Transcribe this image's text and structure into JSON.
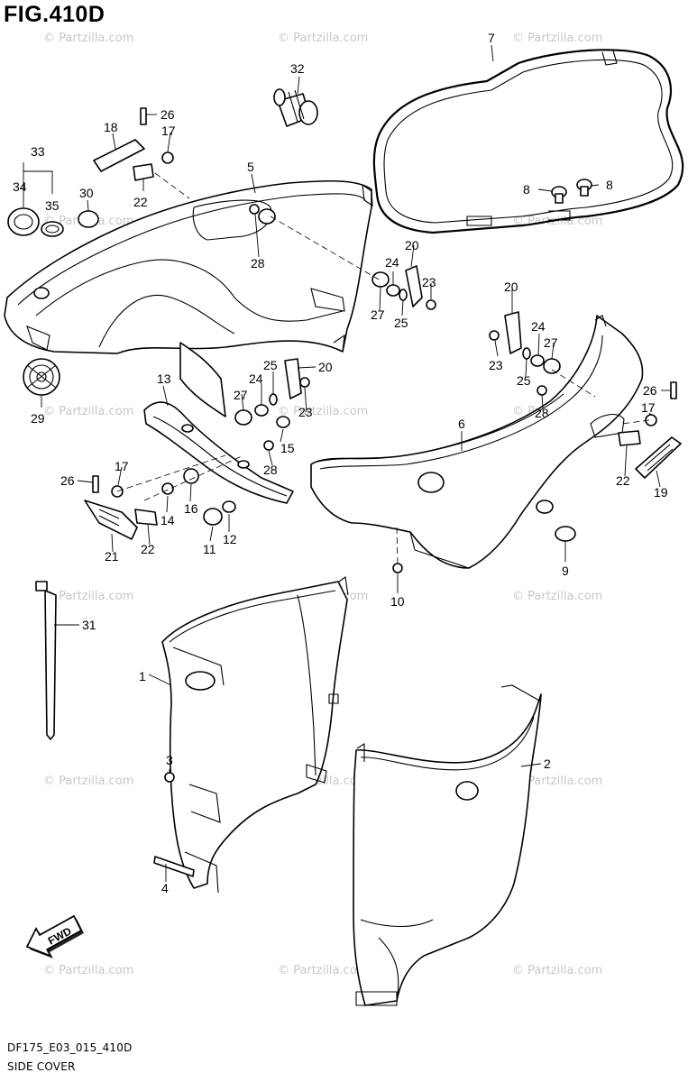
{
  "figure": {
    "title": "FIG.410D",
    "code": "DF175_E03_015_410D",
    "name": "SIDE COVER",
    "direction_label": "FWD"
  },
  "watermark": "© Partzilla.com",
  "callouts": [
    {
      "id": "c1",
      "label": "1"
    },
    {
      "id": "c2",
      "label": "2"
    },
    {
      "id": "c3",
      "label": "3"
    },
    {
      "id": "c4",
      "label": "4"
    },
    {
      "id": "c5",
      "label": "5"
    },
    {
      "id": "c6",
      "label": "6"
    },
    {
      "id": "c7",
      "label": "7"
    },
    {
      "id": "c8a",
      "label": "8"
    },
    {
      "id": "c8b",
      "label": "8"
    },
    {
      "id": "c9",
      "label": "9"
    },
    {
      "id": "c10",
      "label": "10"
    },
    {
      "id": "c11",
      "label": "11"
    },
    {
      "id": "c12",
      "label": "12"
    },
    {
      "id": "c13",
      "label": "13"
    },
    {
      "id": "c14",
      "label": "14"
    },
    {
      "id": "c15",
      "label": "15"
    },
    {
      "id": "c16",
      "label": "16"
    },
    {
      "id": "c17a",
      "label": "17"
    },
    {
      "id": "c17b",
      "label": "17"
    },
    {
      "id": "c17c",
      "label": "17"
    },
    {
      "id": "c18",
      "label": "18"
    },
    {
      "id": "c19",
      "label": "19"
    },
    {
      "id": "c20a",
      "label": "20"
    },
    {
      "id": "c20b",
      "label": "20"
    },
    {
      "id": "c20c",
      "label": "20"
    },
    {
      "id": "c21",
      "label": "21"
    },
    {
      "id": "c22a",
      "label": "22"
    },
    {
      "id": "c22b",
      "label": "22"
    },
    {
      "id": "c22c",
      "label": "22"
    },
    {
      "id": "c23a",
      "label": "23"
    },
    {
      "id": "c23b",
      "label": "23"
    },
    {
      "id": "c23c",
      "label": "23"
    },
    {
      "id": "c24a",
      "label": "24"
    },
    {
      "id": "c24b",
      "label": "24"
    },
    {
      "id": "c24c",
      "label": "24"
    },
    {
      "id": "c25a",
      "label": "25"
    },
    {
      "id": "c25b",
      "label": "25"
    },
    {
      "id": "c25c",
      "label": "25"
    },
    {
      "id": "c26a",
      "label": "26"
    },
    {
      "id": "c26b",
      "label": "26"
    },
    {
      "id": "c26c",
      "label": "26"
    },
    {
      "id": "c27a",
      "label": "27"
    },
    {
      "id": "c27b",
      "label": "27"
    },
    {
      "id": "c27c",
      "label": "27"
    },
    {
      "id": "c28a",
      "label": "28"
    },
    {
      "id": "c28b",
      "label": "28"
    },
    {
      "id": "c28c",
      "label": "28"
    },
    {
      "id": "c29",
      "label": "29"
    },
    {
      "id": "c30",
      "label": "30"
    },
    {
      "id": "c31",
      "label": "31"
    },
    {
      "id": "c32",
      "label": "32"
    },
    {
      "id": "c33",
      "label": "33"
    },
    {
      "id": "c34",
      "label": "34"
    },
    {
      "id": "c35",
      "label": "35"
    }
  ]
}
